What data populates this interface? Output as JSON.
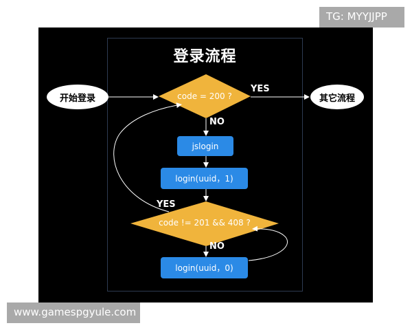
{
  "diagram": {
    "title": "登录流程",
    "nodes": {
      "start": "开始登录",
      "other": "其它流程",
      "decision1": "code = 200 ?",
      "jslogin": "jslogin",
      "login1": "login(uuid，1)",
      "decision2": "code != 201 && 408 ?",
      "login0": "login(uuid，0)"
    },
    "edges": {
      "yes1": "YES",
      "no1": "NO",
      "yes2": "YES",
      "no2": "NO"
    },
    "colors": {
      "decision": "#f0b43c",
      "process": "#2b8ae6",
      "background": "#000000",
      "terminal": "#ffffff"
    }
  },
  "watermarks": {
    "top_right": "TG: MYYJJPP",
    "bottom_left": "www.gamespgyule.com"
  }
}
